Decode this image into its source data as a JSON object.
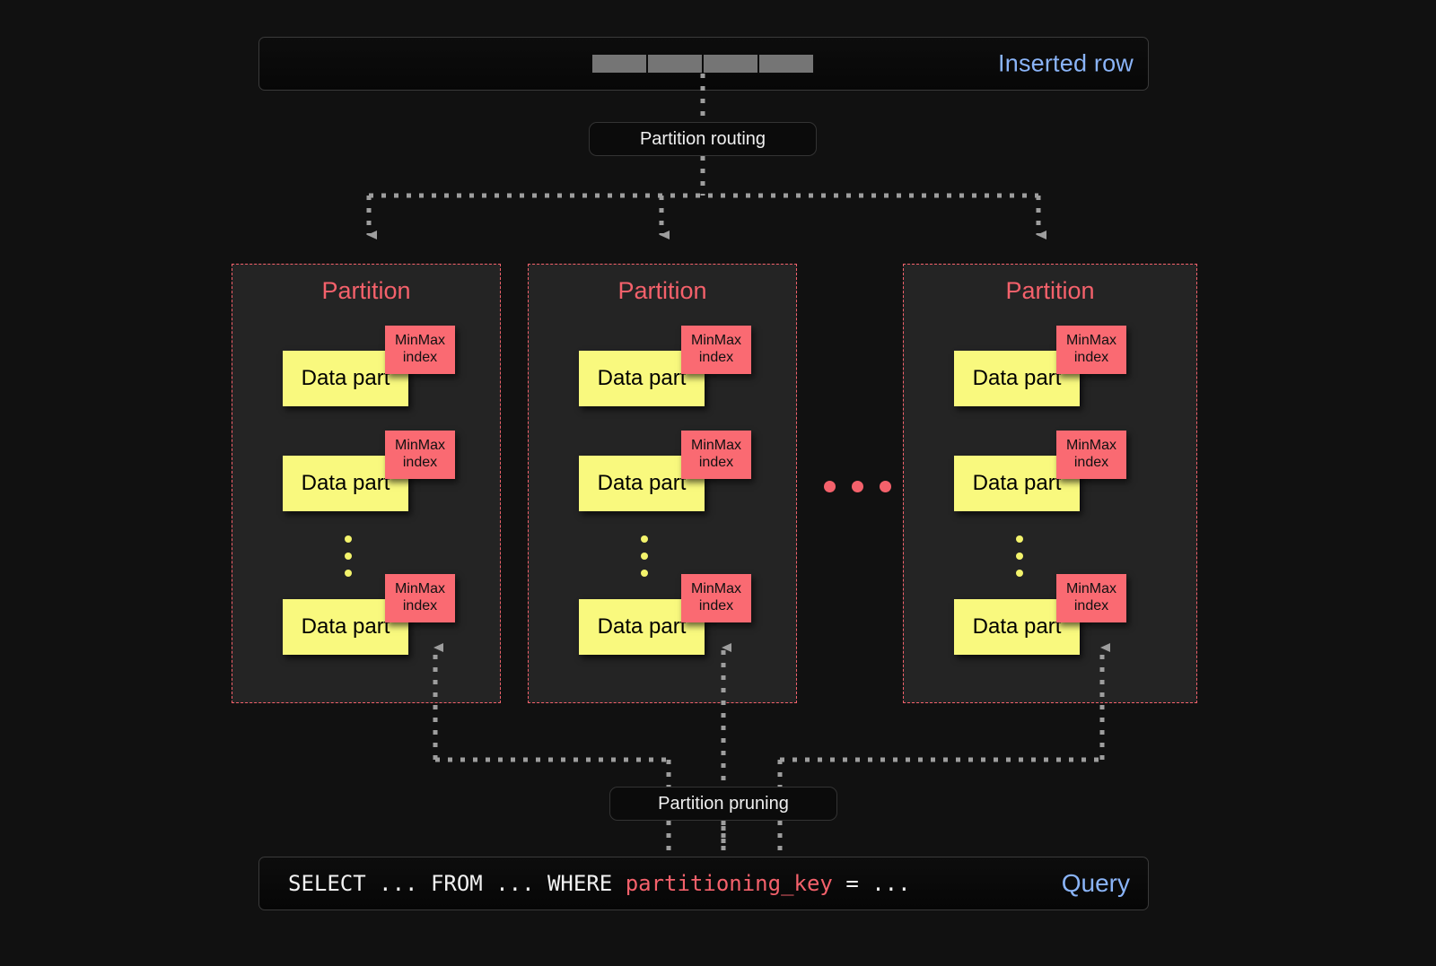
{
  "page": {
    "background": "#111111",
    "accent_red": "#f4616b",
    "accent_blue": "#8ab4f8",
    "accent_yellow": "#f9f97e"
  },
  "top_banner": {
    "label": "Inserted row",
    "cells": [
      "",
      "",
      "",
      ""
    ]
  },
  "routing_box": {
    "label": "Partition routing"
  },
  "pruning_box": {
    "label": "Partition pruning"
  },
  "mid_ellipsis": {
    "dots": [
      "",
      "",
      ""
    ]
  },
  "partitions": [
    {
      "title": "Partition",
      "parts": [
        {
          "label": "Data part",
          "index_line1": "MinMax",
          "index_line2": "index"
        },
        {
          "label": "Data part",
          "index_line1": "MinMax",
          "index_line2": "index"
        },
        {
          "label": "Data part",
          "index_line1": "MinMax",
          "index_line2": "index"
        }
      ],
      "ellipsis": [
        "",
        "",
        ""
      ]
    },
    {
      "title": "Partition",
      "parts": [
        {
          "label": "Data part",
          "index_line1": "MinMax",
          "index_line2": "index"
        },
        {
          "label": "Data part",
          "index_line1": "MinMax",
          "index_line2": "index"
        },
        {
          "label": "Data part",
          "index_line1": "MinMax",
          "index_line2": "index"
        }
      ],
      "ellipsis": [
        "",
        "",
        ""
      ]
    },
    {
      "title": "Partition",
      "parts": [
        {
          "label": "Data part",
          "index_line1": "MinMax",
          "index_line2": "index"
        },
        {
          "label": "Data part",
          "index_line1": "MinMax",
          "index_line2": "index"
        },
        {
          "label": "Data part",
          "index_line1": "MinMax",
          "index_line2": "index"
        }
      ],
      "ellipsis": [
        "",
        "",
        ""
      ]
    }
  ],
  "query_bar": {
    "prefix": "SELECT ... FROM ... WHERE ",
    "key": "partitioning_key",
    "suffix": " = ...",
    "label": "Query"
  }
}
